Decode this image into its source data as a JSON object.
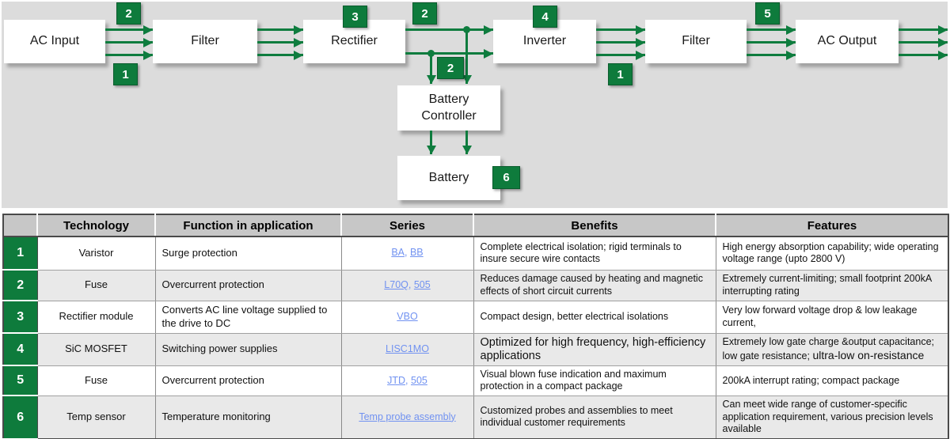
{
  "colors": {
    "accent_green": "#0e7b3c",
    "arrow_green": "#0e7c3e",
    "link_blue": "#7192f1",
    "panel_gray": "#dcdcdc",
    "header_gray": "#c7c7c7",
    "alt_row_gray": "#e9e9e9"
  },
  "diagram": {
    "boxes": {
      "ac_input": "AC Input",
      "filter1": "Filter",
      "rectifier": "Rectifier",
      "inverter": "Inverter",
      "filter2": "Filter",
      "ac_output": "AC Output",
      "battery_controller": "Battery Controller",
      "battery": "Battery"
    },
    "badges": {
      "b2a": "2",
      "b1a": "1",
      "b3": "3",
      "b2b": "2",
      "b2c": "2",
      "b4": "4",
      "b1b": "1",
      "b5": "5",
      "b6": "6"
    }
  },
  "table": {
    "separator": ", ",
    "headers": {
      "technology": "Technology",
      "function": "Function in application",
      "series": "Series",
      "benefits": "Benefits",
      "features": "Features"
    },
    "rows": [
      {
        "num": "1",
        "technology": "Varistor",
        "function": "Surge protection",
        "series": [
          "BA",
          "BB"
        ],
        "benefits": "Complete electrical isolation; rigid terminals to insure secure wire contacts",
        "features": "High energy absorption capability; wide operating voltage range (upto 2800 V)"
      },
      {
        "num": "2",
        "technology": "Fuse",
        "function": "Overcurrent protection",
        "series": [
          "L70Q",
          "505"
        ],
        "benefits": "Reduces damage caused by heating and magnetic effects of short circuit currents",
        "features": "Extremely current-limiting; small footprint 200kA interrupting rating"
      },
      {
        "num": "3",
        "technology": "Rectifier module",
        "function": "Converts AC line voltage supplied to the drive to DC",
        "series": [
          "VBO"
        ],
        "benefits": "Compact design, better electrical isolations",
        "features": "Very low forward voltage drop & low leakage current,"
      },
      {
        "num": "4",
        "technology": "SiC MOSFET",
        "function": "Switching power supplies",
        "series": [
          "LISC1MO"
        ],
        "benefits": "Optimized for high frequency, high-efficiency applications",
        "features": "Extremely low gate charge &output capacitance; low gate resistance; ",
        "features_em": "ultra-low on-resistance"
      },
      {
        "num": "5",
        "technology": "Fuse",
        "function": "Overcurrent protection",
        "series": [
          "JTD",
          "505"
        ],
        "benefits": "Visual blown fuse indication and maximum protection in a compact package",
        "features": "200kA interrupt rating; compact package"
      },
      {
        "num": "6",
        "technology": "Temp sensor",
        "function": "Temperature monitoring",
        "series": [
          "Temp probe assembly"
        ],
        "benefits": "Customized probes and assemblies to meet individual customer requirements",
        "features": "Can meet wide range of customer-specific application requirement, various precision levels available"
      }
    ]
  }
}
